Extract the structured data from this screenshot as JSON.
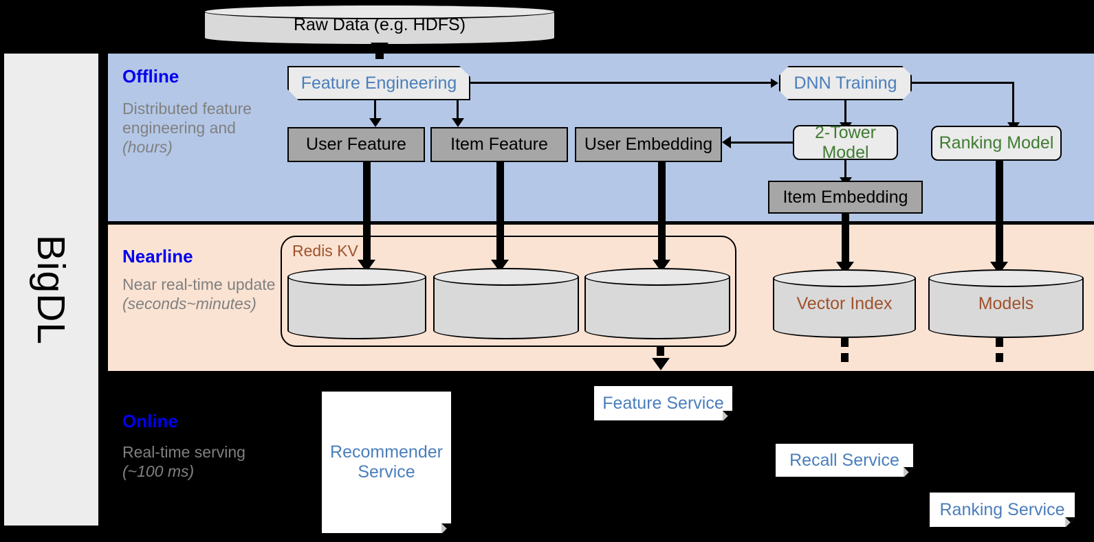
{
  "framework": {
    "name": "BigDL"
  },
  "source": {
    "label": "Raw Data (e.g. HDFS)"
  },
  "stages": [
    {
      "key": "offline",
      "title": "Offline",
      "description": "Distributed feature engineering and ",
      "emphasis": "(hours)"
    },
    {
      "key": "nearline",
      "title": "Nearline",
      "description": "Near real-time update ",
      "emphasis": "(seconds~minutes)"
    },
    {
      "key": "online",
      "title": "Online",
      "description": "Real-time serving ",
      "emphasis": "(~100 ms)"
    }
  ],
  "offline": {
    "feature_engineering": "Feature Engineering",
    "dnn_training": "DNN Training",
    "user_feature": "User Feature",
    "item_feature": "Item Feature",
    "user_embedding": "User Embedding",
    "item_embedding": "Item Embedding",
    "two_tower_model": "2-Tower Model",
    "ranking_model": "Ranking Model"
  },
  "nearline": {
    "redis_kv": "Redis KV",
    "store_1": "",
    "store_2": "",
    "store_3": "",
    "vector_index": "Vector Index",
    "models": "Models"
  },
  "online": {
    "recommender_service": "Recommender Service",
    "feature_service": "Feature Service",
    "recall_service": "Recall Service",
    "ranking_service": "Ranking Service"
  },
  "colors": {
    "offline_band": "#b4c7e7",
    "nearline_band": "#fae3d3",
    "online_band": "#000000",
    "sidebar": "#ededed",
    "stage_title": "#0000ee",
    "stage_sub": "#808080",
    "blue_text": "#4a7ebb",
    "green_text": "#3f7c31",
    "brown_text": "#a0522d",
    "grey_box": "#a6a6a6",
    "light_box": "#ebebeb",
    "cylinder": "#d9d9d9"
  }
}
